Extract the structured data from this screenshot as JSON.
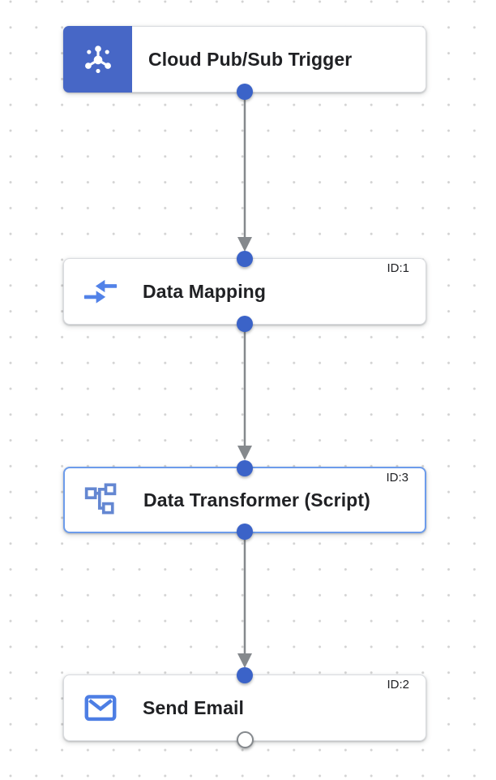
{
  "diagram": {
    "kind": "integration-workflow-canvas",
    "nodes": [
      {
        "label": "Cloud Pub/Sub Trigger",
        "id_label": "",
        "type": "trigger",
        "icon": "cloud-pubsub-icon",
        "selected": false
      },
      {
        "label": "Data Mapping",
        "id_label": "ID:1",
        "type": "task",
        "icon": "data-mapping-icon",
        "selected": false
      },
      {
        "label": "Data Transformer (Script)",
        "id_label": "ID:3",
        "type": "task",
        "icon": "data-transformer-icon",
        "selected": true
      },
      {
        "label": "Send Email",
        "id_label": "ID:2",
        "type": "task",
        "icon": "send-email-icon",
        "selected": false
      }
    ],
    "edges": [
      {
        "from": "Cloud Pub/Sub Trigger",
        "to": "Data Mapping"
      },
      {
        "from": "Data Mapping",
        "to": "Data Transformer (Script)"
      },
      {
        "from": "Data Transformer (Script)",
        "to": "Send Email"
      }
    ],
    "colors": {
      "trigger_blue": "#4767c6",
      "port_blue": "#3b63c8",
      "connector_gray": "#85898d",
      "node_border": "#dadce0",
      "selected_border": "#6d9ceb",
      "label_text": "#202124",
      "icon_blue": "#5282e8"
    }
  }
}
